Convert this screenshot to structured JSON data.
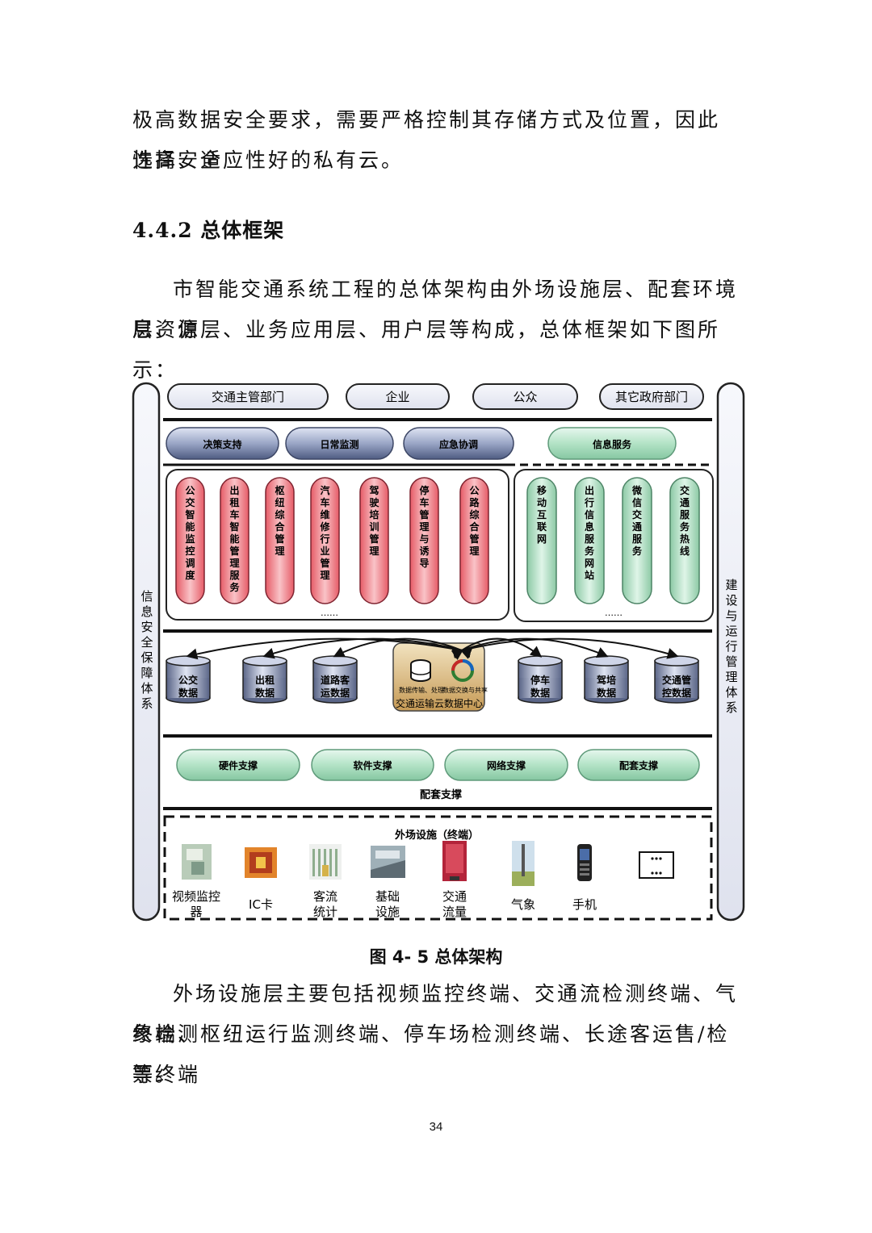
{
  "text": {
    "para1_line1": "极高数据安全要求，需要严格控制其存储方式及位置，因此选择安全",
    "para1_line2": "性高、适应性好的私有云。",
    "heading": "4.4.2 总体框架",
    "para2_line1": "市智能交通系统工程的总体架构由外场设施层、配套环境层、信",
    "para2_line2": "息资源层、业务应用层、用户层等构成，总体框架如下图所示：",
    "caption": "图 4- 5 总体架构",
    "para3_line1": "外场设施层主要包括视频监控终端、交通流检测终端、气象检测",
    "para3_line2": "终端、枢纽运行监测终端、停车场检测终端、长途客运售/检票终端",
    "para3_line3": "等。",
    "page_number": "34"
  },
  "diagram": {
    "left_pillar": "信息安全保障体系",
    "right_pillar": "建设与运行管理体系",
    "users": [
      "交通主管部门",
      "企业",
      "公众",
      "其它政府部门"
    ],
    "services": [
      "决策支持",
      "日常监测",
      "应急协调",
      "信息服务"
    ],
    "apps_red": [
      "公交智能监控调度",
      "出租车智能管理服务",
      "枢纽综合管理",
      "汽车维修行业管理",
      "驾驶培训管理",
      "停车管理与诱导",
      "公路综合管理"
    ],
    "apps_green": [
      "移动互联网",
      "出行信息服务网站",
      "微信交通服务",
      "交通服务热线"
    ],
    "ellipsis": "……",
    "databases": [
      "公交数据",
      "出租数据",
      "道路客运数据",
      "停车数据",
      "驾培数据",
      "交通管控数据"
    ],
    "center": {
      "label": "交通运输云数据中心",
      "sub1": "数据传输、处理",
      "sub2": "数据交换与共享"
    },
    "supports": [
      "硬件支撑",
      "软件支撑",
      "网络支撑",
      "配套支撑"
    ],
    "support_title": "配套支撑",
    "field_title": "外场设施（终端）",
    "devices": [
      "视频监控器",
      "IC卡",
      "客流统计",
      "基础设施",
      "交通流量",
      "气象",
      "手机"
    ],
    "colors": {
      "blue_grad_top": "#c9d2ea",
      "blue_grad_bottom": "#56648a",
      "green_fill": "#b8e6cb",
      "green_stroke": "#5f9a7a",
      "red_fill": "#f08a92",
      "red_stroke": "#9a2c36",
      "pill_fill": "#eceef6"
    }
  }
}
